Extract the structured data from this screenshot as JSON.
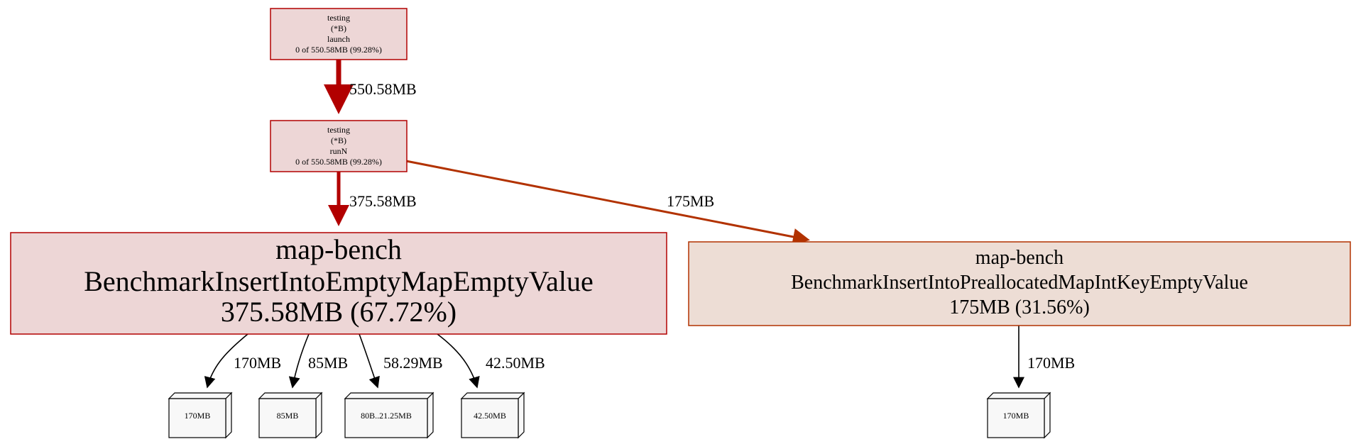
{
  "nodes": {
    "launch": {
      "lines": [
        "testing",
        "(*B)",
        "launch",
        "0 of 550.58MB (99.28%)"
      ]
    },
    "runN": {
      "lines": [
        "testing",
        "(*B)",
        "runN",
        "0 of 550.58MB (99.28%)"
      ]
    },
    "empty_map": {
      "lines": [
        "map-bench",
        "BenchmarkInsertIntoEmptyMapEmptyValue",
        "375.58MB (67.72%)"
      ]
    },
    "prealloc_map": {
      "lines": [
        "map-bench",
        "BenchmarkInsertIntoPreallocatedMapIntKeyEmptyValue",
        "175MB (31.56%)"
      ]
    }
  },
  "edges": {
    "launch_to_runN": "550.58MB",
    "runN_to_empty": "375.58MB",
    "runN_to_prealloc": "175MB",
    "empty_to_b1": "170MB",
    "empty_to_b2": "85MB",
    "empty_to_b3": "58.29MB",
    "empty_to_b4": "42.50MB",
    "prealloc_to_b5": "170MB"
  },
  "boxes": {
    "b1": "170MB",
    "b2": "85MB",
    "b3": "80B..21.25MB",
    "b4": "42.50MB",
    "b5": "170MB"
  },
  "colors": {
    "strong_edge": "#b20000",
    "orange_edge": "#b23200",
    "node_fill_red": "#edd6d6",
    "node_fill_orange": "#edddd5",
    "box_fill": "#f8f8f8"
  }
}
